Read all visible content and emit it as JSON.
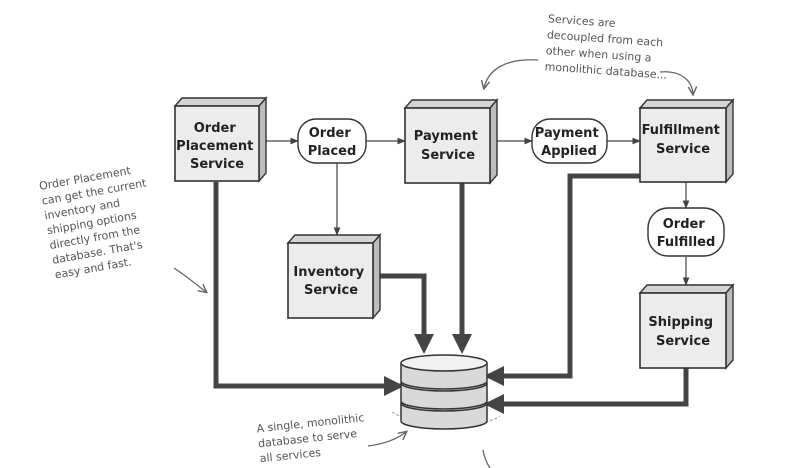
{
  "services": {
    "order_placement": [
      "Order",
      "Placement",
      "Service"
    ],
    "payment": [
      "Payment",
      "Service"
    ],
    "fulfillment": [
      "Fulfillment",
      "Service"
    ],
    "inventory": [
      "Inventory",
      "Service"
    ],
    "shipping": [
      "Shipping",
      "Service"
    ]
  },
  "events": {
    "order_placed": [
      "Order",
      "Placed"
    ],
    "payment_applied": [
      "Payment",
      "Applied"
    ],
    "order_fulfilled": [
      "Order",
      "Fulfilled"
    ]
  },
  "notes": {
    "decoupled": [
      "Services are",
      "decoupled from each",
      "other when using a",
      "monolithic database..."
    ],
    "order_placement": [
      "Order Placement",
      "can get the current",
      "inventory and",
      "shipping options",
      "directly from the",
      "database. That's",
      "easy and fast."
    ],
    "database": [
      "A single, monolithic",
      "database to serve",
      "all services"
    ]
  },
  "colors": {
    "box_fill": "#ececec",
    "box_side": "#bdbdbd",
    "box_top": "#d4d4d4",
    "line": "#444444",
    "db_fill": "#d9d9d9"
  }
}
